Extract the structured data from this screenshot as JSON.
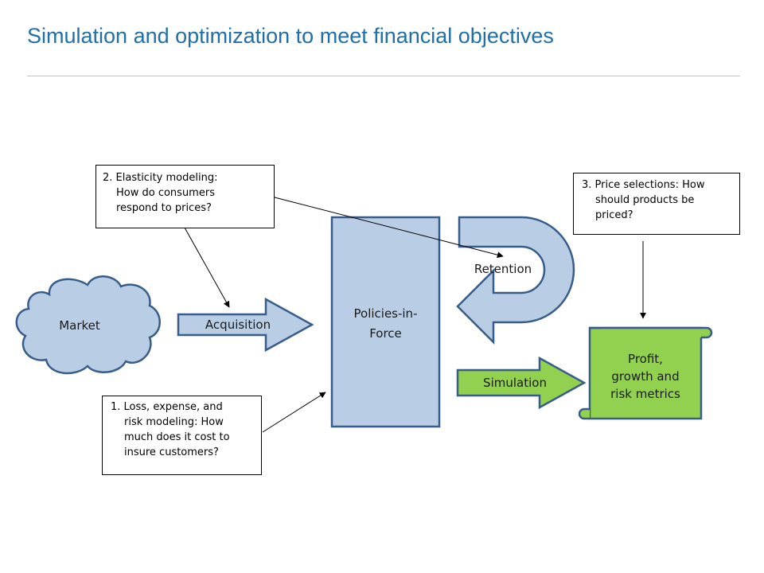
{
  "title": "Simulation and optimization to meet financial objectives",
  "nodes": {
    "market": "Market",
    "acquisition": "Acquisition",
    "policies": [
      "Policies-in-",
      "Force"
    ],
    "retention": "Retention",
    "simulation": "Simulation",
    "metrics": [
      "Profit,",
      "growth and",
      "risk metrics"
    ]
  },
  "notes": {
    "elasticity": [
      "2. Elasticity  modeling:",
      "How do consumers",
      "respond to prices?"
    ],
    "loss": [
      "1. Loss, expense, and",
      "risk modeling: How",
      "much does it cost to",
      "insure customers?"
    ],
    "price": [
      "3. Price selections:  How",
      "should products be",
      "priced?"
    ]
  },
  "colors": {
    "title": "#1f6fa8",
    "shape_fill": "#b9cde5",
    "shape_stroke": "#385d8a",
    "green_fill": "#92d050"
  }
}
